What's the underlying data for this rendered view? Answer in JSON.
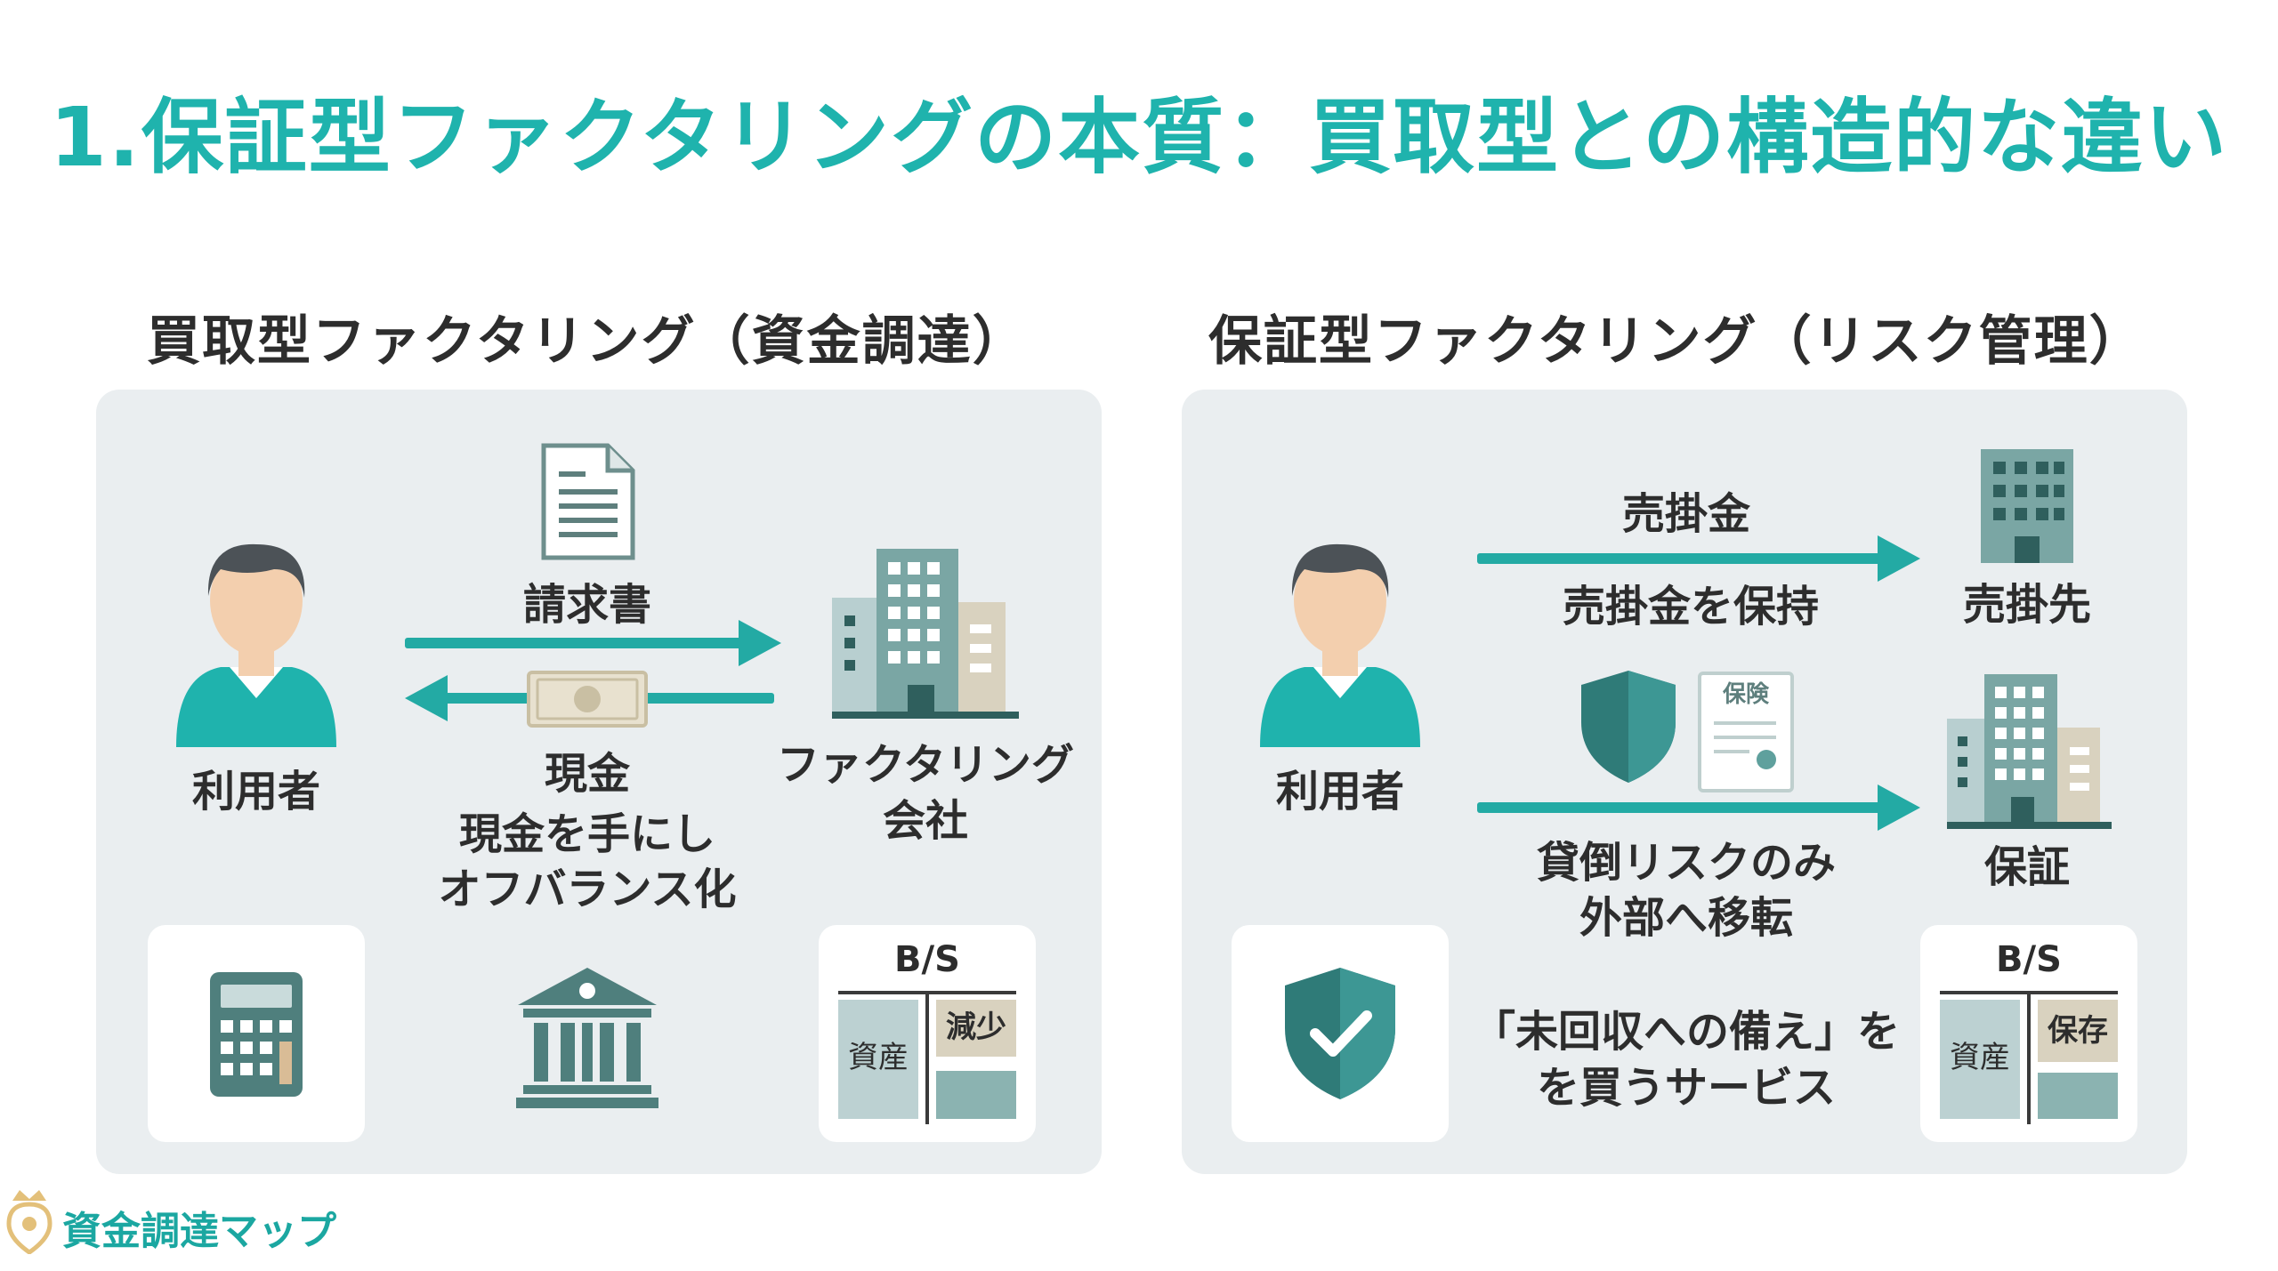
{
  "title": "1.保証型ファクタリングの本質：買取型との構造的な違い",
  "left": {
    "heading": "買取型ファクタリング（資金調達）",
    "user_label": "利用者",
    "invoice_label": "請求書",
    "cash_label": "現金",
    "cash_note_1": "現金を手にし",
    "cash_note_2": "オフバランス化",
    "company_label_1": "ファクタリング",
    "company_label_2": "会社",
    "bs": {
      "title": "B/S",
      "asset": "資産",
      "change": "減少"
    }
  },
  "right": {
    "heading": "保証型ファクタリング（リスク管理）",
    "user_label": "利用者",
    "receivable_label": "売掛金",
    "receivable_note": "売掛金を保持",
    "debtor_label": "売掛先",
    "insurance_doc_label": "保険",
    "risk_note_1": "貸倒リスクのみ",
    "risk_note_2": "外部へ移転",
    "guarantee_label": "保証",
    "service_note_1": "「未回収への備え」を",
    "service_note_2": "を買うサービス",
    "bs": {
      "title": "B/S",
      "asset": "資産",
      "change": "保存"
    }
  },
  "logo": {
    "text": "資金調達マップ"
  },
  "colors": {
    "accent": "#1fb3ad",
    "panel": "#eaeef0",
    "dark_teal": "#2f7b78",
    "tan": "#d9d2bf"
  },
  "icons": [
    "person-icon",
    "document-icon",
    "banknote-icon",
    "building-icon",
    "calculator-icon",
    "bank-icon",
    "shield-icon",
    "certificate-icon",
    "shield-check-icon",
    "logo-pin-icon"
  ]
}
